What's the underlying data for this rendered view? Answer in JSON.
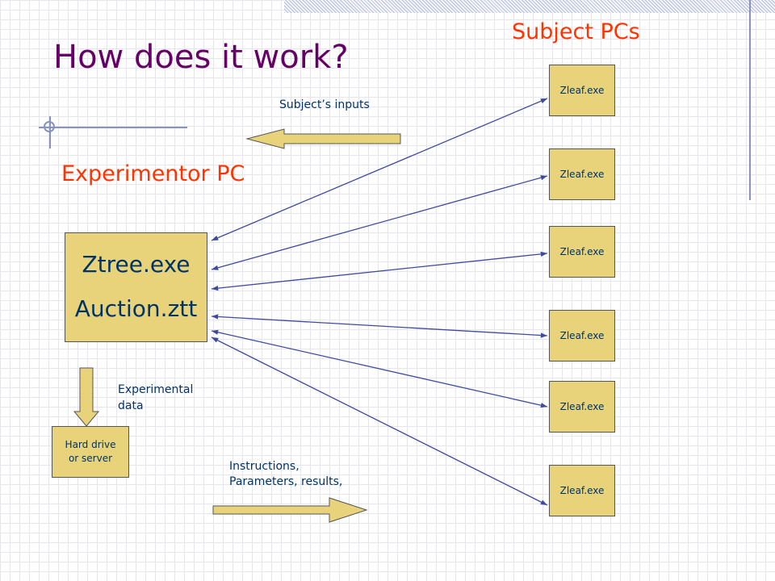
{
  "slide": {
    "title": "How does it work?",
    "subject_heading": "Subject PCs",
    "experimenter_heading": "Experimentor PC"
  },
  "experimenter": {
    "program": "Ztree.exe",
    "treatment_file": "Auction.ztt"
  },
  "storage": {
    "line1": "Hard drive",
    "line2": "or server"
  },
  "labels": {
    "subject_inputs": "Subject’s inputs",
    "experimental_data_line1": "Experimental",
    "experimental_data_line2": "data",
    "instructions_line1": "Instructions,",
    "instructions_line2": "Parameters, results,"
  },
  "subjects": [
    {
      "label": "Zleaf.exe"
    },
    {
      "label": "Zleaf.exe"
    },
    {
      "label": "Zleaf.exe"
    },
    {
      "label": "Zleaf.exe"
    },
    {
      "label": "Zleaf.exe"
    },
    {
      "label": "Zleaf.exe"
    }
  ],
  "colors": {
    "box_fill": "#e8d37a",
    "title": "#660066",
    "heading": "#ff3300",
    "text": "#003366",
    "connector": "#3d4a9e"
  }
}
